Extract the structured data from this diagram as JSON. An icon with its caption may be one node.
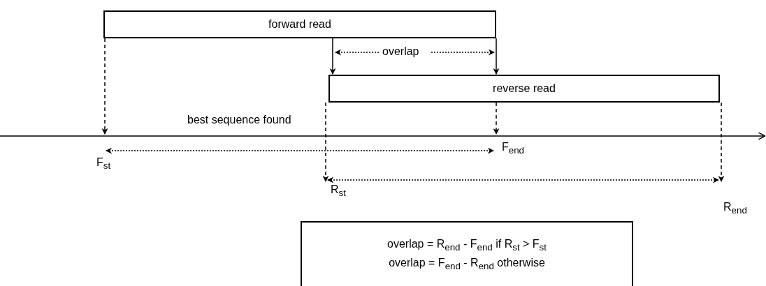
{
  "diagram": {
    "nodes": [
      {
        "text": [
          "forward read"
        ]
      },
      {
        "text": [
          "reverse read"
        ]
      },
      {
        "text": [
          "F$_{st}$"
        ]
      },
      {
        "text": [
          "F$_{end}$"
        ]
      },
      {
        "text": [
          "R$_{st}$"
        ]
      },
      {
        "text": [
          "R$_{end}$"
        ]
      },
      {
        "text": [
          "overlap = R$_{end}$ - F$_{end}$ if R$_{st}$ > F$_{st}$",
          "overlap = F$_{end}$ - R$_{end}$ otherwise"
        ]
      }
    ],
    "edges": [
      {
        "from": 0,
        "to": 1,
        "arrow": "to"
      },
      {
        "from": 0,
        "to": 1,
        "arrow": "to"
      },
      {
        "from": 0,
        "to": 2,
        "arrow": "to",
        "style": "dashed"
      },
      {
        "from": 1,
        "to": 3,
        "arrow": "to",
        "style": "dashed"
      },
      {
        "from": 1,
        "to": 4,
        "arrow": "to",
        "style": "dashed"
      },
      {
        "from": 1,
        "to": 5,
        "arrow": "to",
        "style": "dashed"
      },
      {
        "from": 2,
        "to": 3,
        "arrow": "both",
        "style": "dashed"
      },
      {
        "from": 4,
        "to": 5,
        "arrow": "both",
        "style": "dashed"
      }
    ],
    "labels": [
      "overlap",
      "best sequence found"
    ]
  }
}
